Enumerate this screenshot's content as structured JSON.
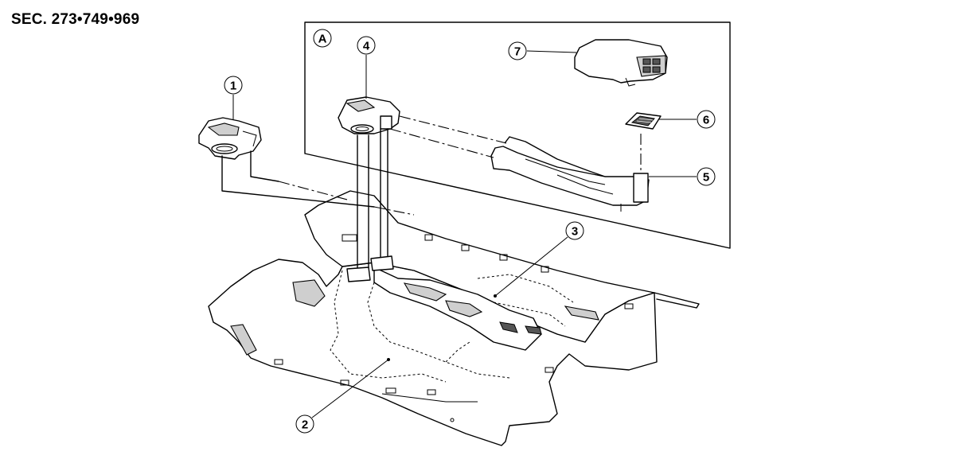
{
  "section_label": "SEC. 273•749•969",
  "view_marker": "A",
  "callouts": [
    {
      "id": "1",
      "label": "1"
    },
    {
      "id": "2",
      "label": "2"
    },
    {
      "id": "3",
      "label": "3"
    },
    {
      "id": "4",
      "label": "4"
    },
    {
      "id": "5",
      "label": "5"
    },
    {
      "id": "6",
      "label": "6"
    },
    {
      "id": "7",
      "label": "7"
    }
  ]
}
